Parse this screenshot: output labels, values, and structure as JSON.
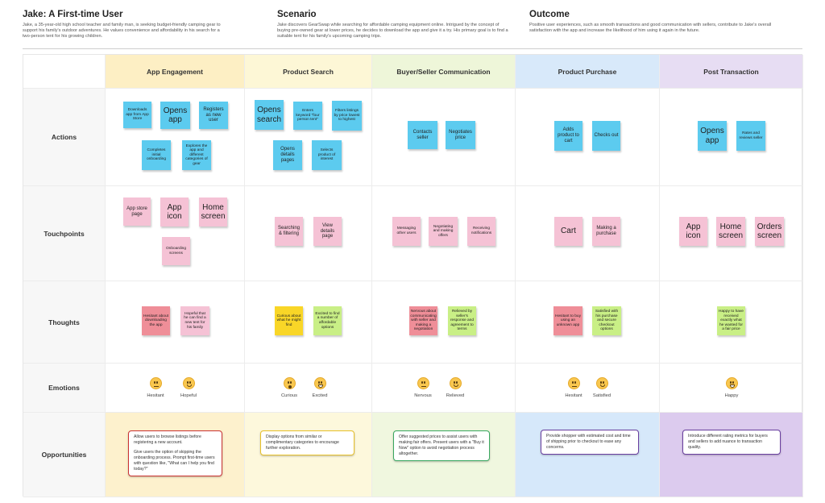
{
  "header": {
    "persona_title": "Jake: A First-time User",
    "persona_text": "Jake, a 35-year-old high school teacher and family man, is seeking budget-friendly camping gear to support his family's outdoor adventures. He values convenience and affordability in his search for a two-person tent for his growing children.",
    "scenario_title": "Scenario",
    "scenario_text": "Jake discovers GearSwap while searching for affordable camping equipment online. Intrigued by the concept of buying pre-owned gear at lower prices, he decides to download the app and give it a try. His primary goal is to find a suitable tent for his family's upcoming camping trips.",
    "outcome_title": "Outcome",
    "outcome_text": "Positive user experiences, such as smooth transactions and good communication with sellers, contribute to Jake's overall satisfaction with the app and increase the likelihood of him using it again in the future."
  },
  "columns": [
    "App Engagement",
    "Product Search",
    "Buyer/Seller Communication",
    "Product Purchase",
    "Post Transaction"
  ],
  "rows": [
    "Actions",
    "Touchpoints",
    "Thoughts",
    "Emotions",
    "Opportunities"
  ],
  "colors": {
    "sticky_blue": "#5ccbef",
    "sticky_pink": "#f5c2d5",
    "sticky_red": "#ef8e98",
    "sticky_yellow": "#f9d627",
    "sticky_green": "#c9ef86",
    "col_app_engagement": "#fdefc4",
    "col_product_search": "#fdf7d6",
    "col_communication": "#eef6d9",
    "col_purchase": "#d8e9fa",
    "col_post_transaction": "#e7ddf3",
    "opp_border_red": "#cc3333",
    "opp_border_yellow": "#e8c12a",
    "opp_border_green": "#3aa860",
    "opp_border_purple": "#6a3fa0"
  },
  "actions": {
    "app_engagement": [
      "Downloads app from App Store",
      "Opens app",
      "Registers as new user",
      "Completes initial onboarding",
      "Explores the app and different categories of gear"
    ],
    "product_search": [
      "Opens search",
      "Enters keyword \"four person tent\"",
      "Filters listings by price lowest to highest",
      "Opens details pages",
      "Selects product of interest"
    ],
    "communication": [
      "Contacts seller",
      "Negotiates price"
    ],
    "purchase": [
      "Adds product to cart",
      "Checks out"
    ],
    "post_transaction": [
      "Opens app",
      "Rates and reviews seller"
    ]
  },
  "touchpoints": {
    "app_engagement": [
      "App store page",
      "App icon",
      "Home screen",
      "Onboarding screens"
    ],
    "product_search": [
      "Searching & filtering",
      "View details page"
    ],
    "communication": [
      "Messaging other users",
      "Negotiating and making offers",
      "Receiving notifications"
    ],
    "purchase": [
      "Cart",
      "Making a purchase"
    ],
    "post_transaction": [
      "App icon",
      "Home screen",
      "Orders screen"
    ]
  },
  "thoughts": {
    "app_engagement": [
      "Hesitant about downloading the app",
      "Hopeful that he can find a new tent for his family"
    ],
    "product_search": [
      "Curious about what he might find",
      "Excited to find a number of affordable options"
    ],
    "communication": [
      "Nervous about communicating with seller and making a negotiation",
      "Relieved by seller's response and agreement to terms"
    ],
    "purchase": [
      "Hesitant to buy using an unknown app",
      "Satisfied with his purchase and secure checkout options"
    ],
    "post_transaction": [
      "Happy to have received exactly what he wanted for a fair price"
    ]
  },
  "emotions": {
    "app_engagement": [
      {
        "label": "Hesitant",
        "icon": "hesitant-face-icon"
      },
      {
        "label": "Hopeful",
        "icon": "hopeful-face-icon"
      }
    ],
    "product_search": [
      {
        "label": "Curious",
        "icon": "curious-face-icon"
      },
      {
        "label": "Excited",
        "icon": "excited-face-icon"
      }
    ],
    "communication": [
      {
        "label": "Nervous",
        "icon": "nervous-face-icon"
      },
      {
        "label": "Relieved",
        "icon": "relieved-face-icon"
      }
    ],
    "purchase": [
      {
        "label": "Hesitant",
        "icon": "hesitant-face-icon"
      },
      {
        "label": "Satisfied",
        "icon": "satisfied-face-icon"
      }
    ],
    "post_transaction": [
      {
        "label": "Happy",
        "icon": "happy-face-icon"
      }
    ]
  },
  "opportunities": {
    "app_engagement": [
      "Allow users to browse listings before registering a new account.",
      "Give users the option of skipping the onboarding process. Prompt first-time users with question like, \"What can I help you find today?\""
    ],
    "product_search": [
      "Display options from similar or complimentary categories to encourage further exploration."
    ],
    "communication": [
      "Offer suggested prices to assist users with making fair offers. Present users with a \"Buy it Now\" option to avoid negotiation process altogether."
    ],
    "purchase": [
      "Provide shopper with estimated cost and time of shipping prior to checkout to ease any concerns."
    ],
    "post_transaction": [
      "Introduce different rating metrics for buyers and sellers to add nuance to transaction quality."
    ]
  }
}
